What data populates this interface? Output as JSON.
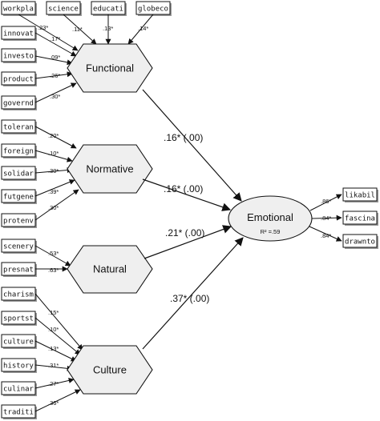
{
  "diagram": {
    "constructs": {
      "functional": "Functional",
      "normative": "Normative",
      "natural": "Natural",
      "culture": "Culture",
      "emotional": "Emotional"
    },
    "r2_label": "R² =.59",
    "indicators": {
      "workpla": "workpla",
      "science": "science",
      "educati": "educati",
      "globeco": "globeco",
      "innovat": "innovat",
      "investo": "investo",
      "product": "product",
      "governd": "governd",
      "toleran": "toleran",
      "foreign": "foreign",
      "solidar": "solidar",
      "futgene": "futgene",
      "protenv": "protenv",
      "scenery": "scenery",
      "presnat": "presnat",
      "charism": "charism",
      "sportst": "sportst",
      "culture": "culture",
      "history": "history",
      "culinar": "culinar",
      "traditi": "traditi",
      "likabil": "likabil",
      "fascina": "fascina",
      "drawnto": "drawnto"
    },
    "loadings": {
      "workpla": ".23*",
      "science": ".11*",
      "educati": ".13*",
      "globeco": ".14*",
      "innovat": ".17*",
      "investo": ".09*",
      "product": ".26*",
      "governd": ".30*",
      "toleran": ".20*",
      "foreign": ".10*",
      "solidar": ".30*",
      "futgene": ".39*",
      "protenv": ".30*",
      "scenery": ".53*",
      "presnat": ".63*",
      "charism": ".15*",
      "sportst": ".10*",
      "culture": ".13*",
      "history": ".31*",
      "culinar": ".27*",
      "traditi": ".36*",
      "likabil": ".86*",
      "fascina": ".84*",
      "drawnto": ".84*"
    },
    "paths": {
      "functional": ".16* (.00)",
      "normative": ".16* (.00)",
      "natural": ".21* (.00)",
      "culture": ".37* (.00)"
    }
  }
}
